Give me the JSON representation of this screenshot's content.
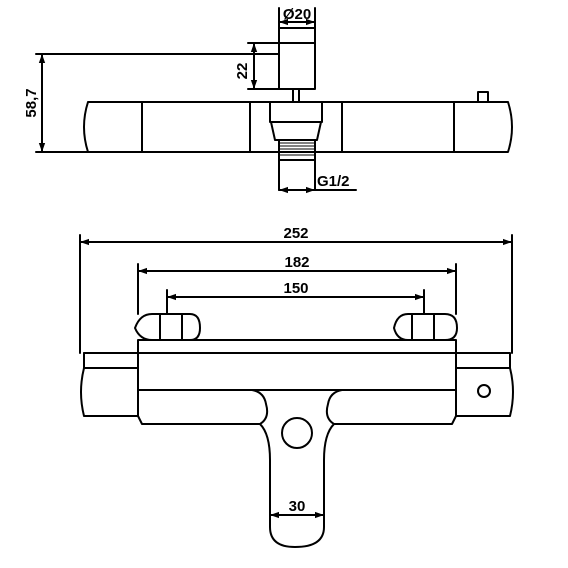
{
  "top_view": {
    "dim_diameter": "Ø20",
    "dim_height_upper": "22",
    "dim_height_total": "58,7",
    "dim_thread": "G1/2"
  },
  "front_view": {
    "dim_total_width": "252",
    "dim_connection_outer": "182",
    "dim_connection_inner": "150",
    "dim_spout_width": "30"
  }
}
